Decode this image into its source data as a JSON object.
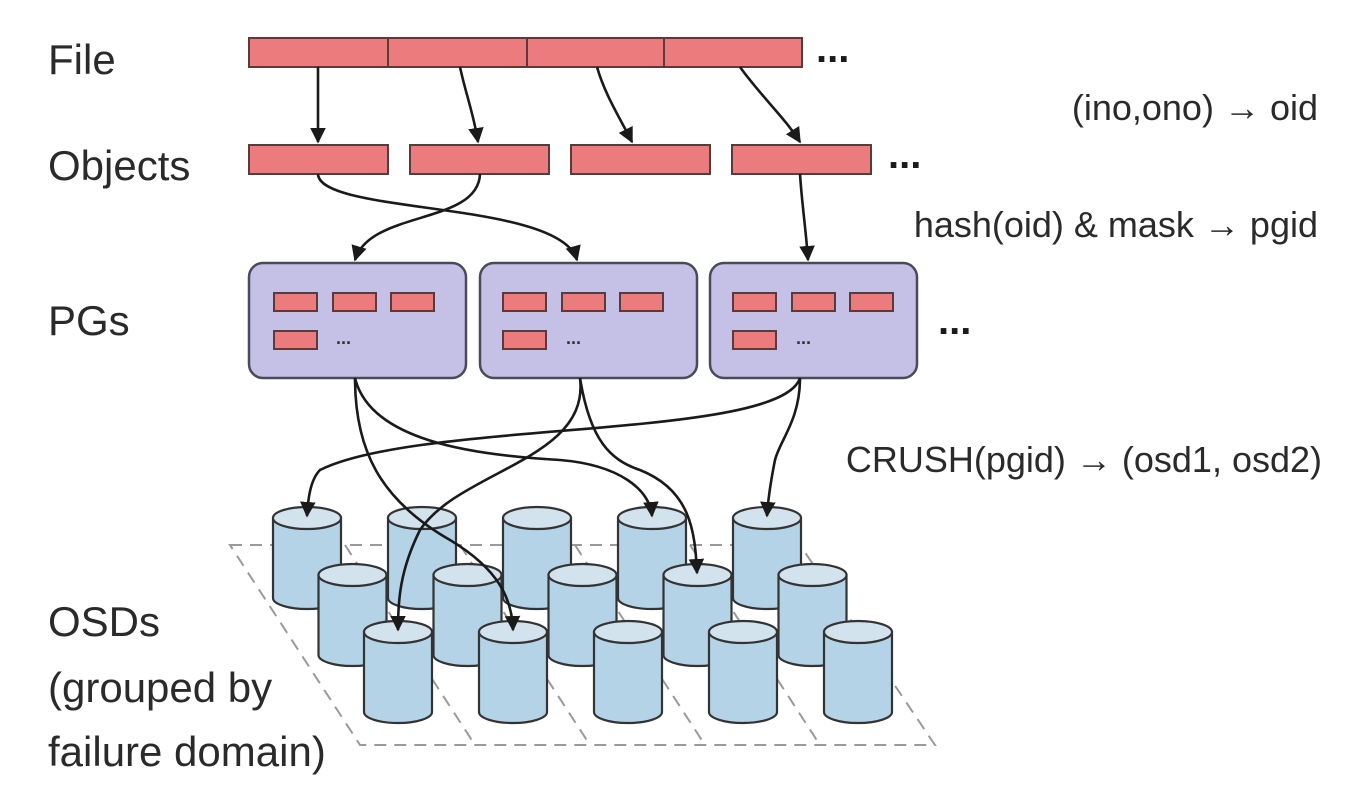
{
  "labels": {
    "file": "File",
    "objects": "Objects",
    "pgs": "PGs",
    "osds": "OSDs",
    "osds_sub1": "(grouped by",
    "osds_sub2": "failure domain)"
  },
  "mappings": {
    "file_to_objects": "(ino,ono) → oid",
    "objects_to_pgs": "hash(oid) & mask → pgid",
    "pgs_to_osds": "CRUSH(pgid) → (osd1, osd2)"
  },
  "ellipsis": "...",
  "pg_ellipsis": "...",
  "counts": {
    "file_segments": 4,
    "objects": 4,
    "pgs": 3,
    "osd_rows": 3,
    "osds_per_row": 5
  },
  "colors": {
    "object": "#ec7b7e",
    "pg": "#c4c0e6",
    "osd": "#b4d3e6"
  }
}
